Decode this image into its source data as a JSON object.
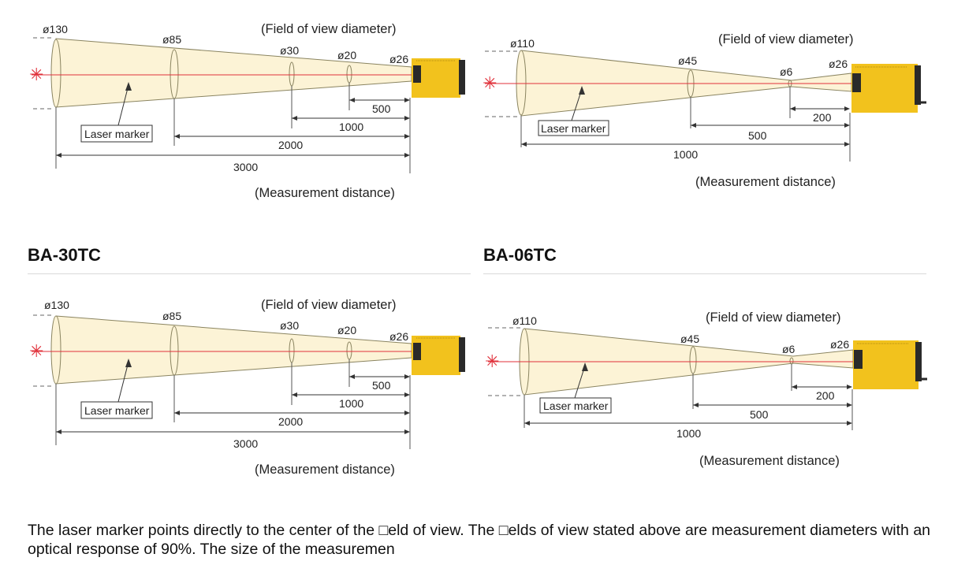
{
  "colors": {
    "beam_fill": "#fcf3d6",
    "beam_stroke": "#8a8460",
    "laser": "#e0303a",
    "sensor_body": "#f2c21d",
    "sensor_dark": "#2a2a2a",
    "dim_line": "#333333",
    "rule": "#d9d9d9"
  },
  "icons": {
    "laser_source": "asterisk-laser-icon",
    "sensor": "sensor-head-icon"
  },
  "headings": {
    "left": "BA-30TC",
    "right": "BA-06TC"
  },
  "diagrams": [
    {
      "model": "BA-30TC",
      "field_of_view_label": "(Field of view diameter)",
      "measurement_distance_label": "(Measurement distance)",
      "laser_marker_label": "Laser marker",
      "diameters": [
        "ø130",
        "ø85",
        "ø30",
        "ø20",
        "ø26"
      ],
      "distances": [
        "500",
        "1000",
        "2000",
        "3000"
      ]
    },
    {
      "model": "BA-06TC",
      "field_of_view_label": "(Field of view diameter)",
      "measurement_distance_label": "(Measurement distance)",
      "laser_marker_label": "Laser marker",
      "diameters": [
        "ø110",
        "ø45",
        "ø6",
        "ø26"
      ],
      "distances": [
        "200",
        "500",
        "1000"
      ]
    },
    {
      "model": "BA-30TC",
      "field_of_view_label": "(Field of view diameter)",
      "measurement_distance_label": "(Measurement distance)",
      "laser_marker_label": "Laser marker",
      "diameters": [
        "ø130",
        "ø85",
        "ø30",
        "ø20",
        "ø26"
      ],
      "distances": [
        "500",
        "1000",
        "2000",
        "3000"
      ]
    },
    {
      "model": "BA-06TC",
      "field_of_view_label": "(Field of view diameter)",
      "measurement_distance_label": "(Measurement distance)",
      "laser_marker_label": "Laser marker",
      "diameters": [
        "ø110",
        "ø45",
        "ø6",
        "ø26"
      ],
      "distances": [
        "200",
        "500",
        "1000"
      ]
    }
  ],
  "footnote": "The laser marker points directly to the center of the □eld of view. The □elds of view stated above are measurement diameters with an optical response of 90%. The size of the measuremen"
}
